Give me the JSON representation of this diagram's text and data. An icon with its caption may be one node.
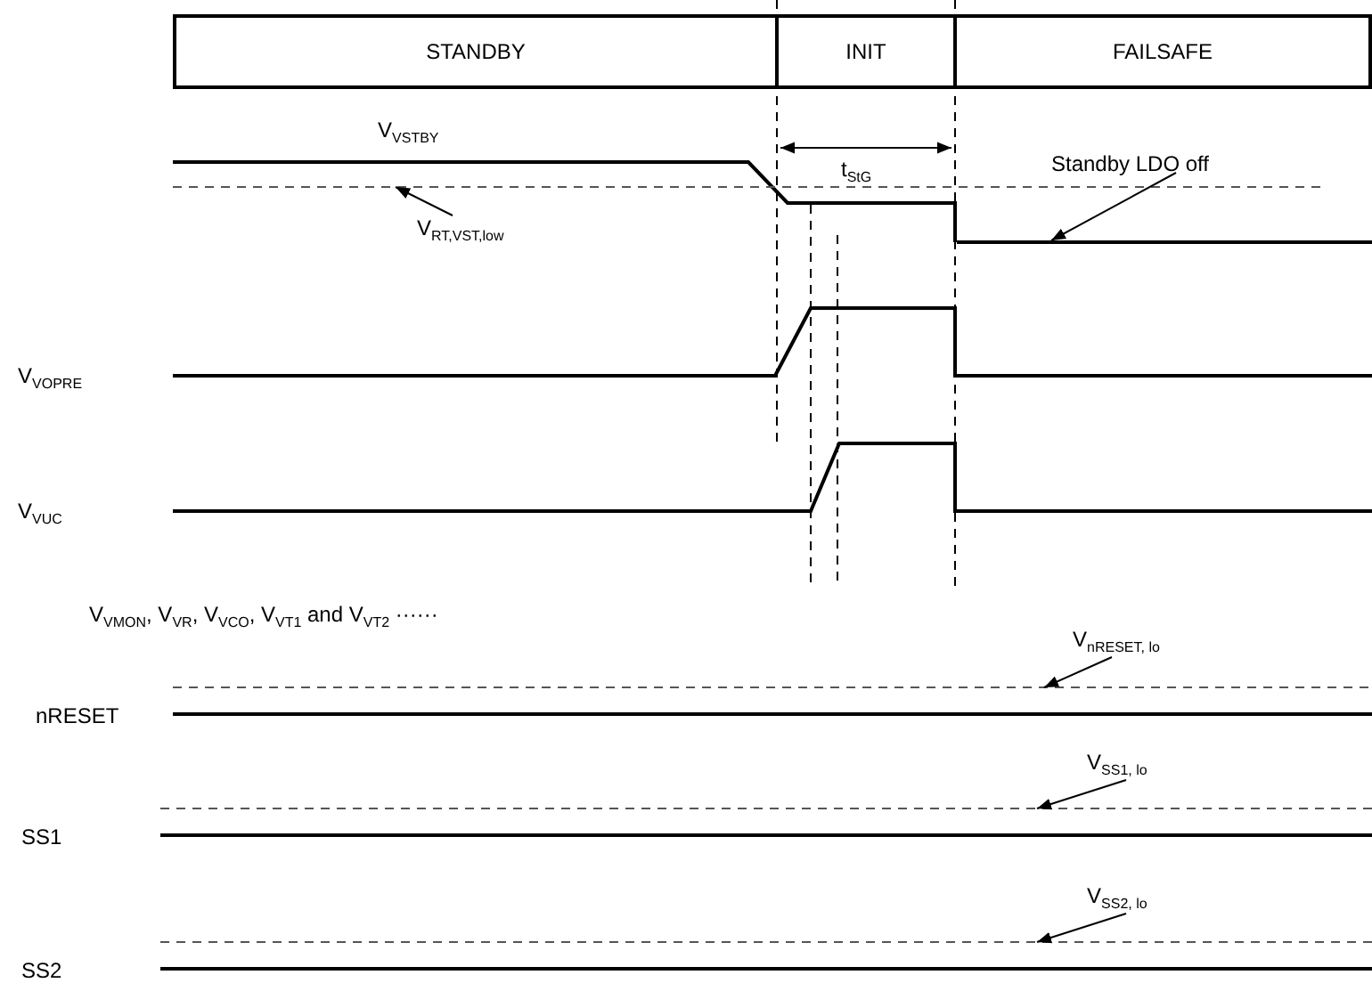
{
  "diagram": {
    "nodes": [
      {
        "text": [
          "STANDBY"
        ]
      },
      {
        "text": [
          "INIT"
        ]
      },
      {
        "text": [
          "FAILSAFE"
        ]
      },
      {
        "text": [
          "V$_{RT,VST,low}$"
        ]
      },
      {
        "text": [
          "Standby LDO off"
        ]
      },
      {
        "text": [
          "V$_{nRESET, lo}$"
        ]
      },
      {
        "text": [
          "V$_{SS1, lo}$"
        ]
      },
      {
        "text": [
          "V$_{SS2, lo}$"
        ]
      },
      {
        "text": [],
        "shape": "line"
      }
    ],
    "edges": [
      {
        "from": 3,
        "to": null,
        "arrow": "to"
      },
      {
        "from": 4,
        "to": 8,
        "arrow": "to"
      },
      {
        "from": 5,
        "to": null,
        "arrow": "to"
      },
      {
        "from": 6,
        "to": null,
        "arrow": "to"
      },
      {
        "from": 7,
        "to": null,
        "arrow": "to"
      }
    ],
    "labels": [
      "V$_{VSTBY}$",
      "t$_{StG}$",
      "V$_{VOPRE}$",
      "V$_{VUC}$",
      "V$_{VMON}$,  V$_{VR}$, V$_{VCO}$, V$_{VT1}$ and V$_{VT2}$   ······",
      "nRESET",
      "SS1",
      "SS2"
    ]
  }
}
